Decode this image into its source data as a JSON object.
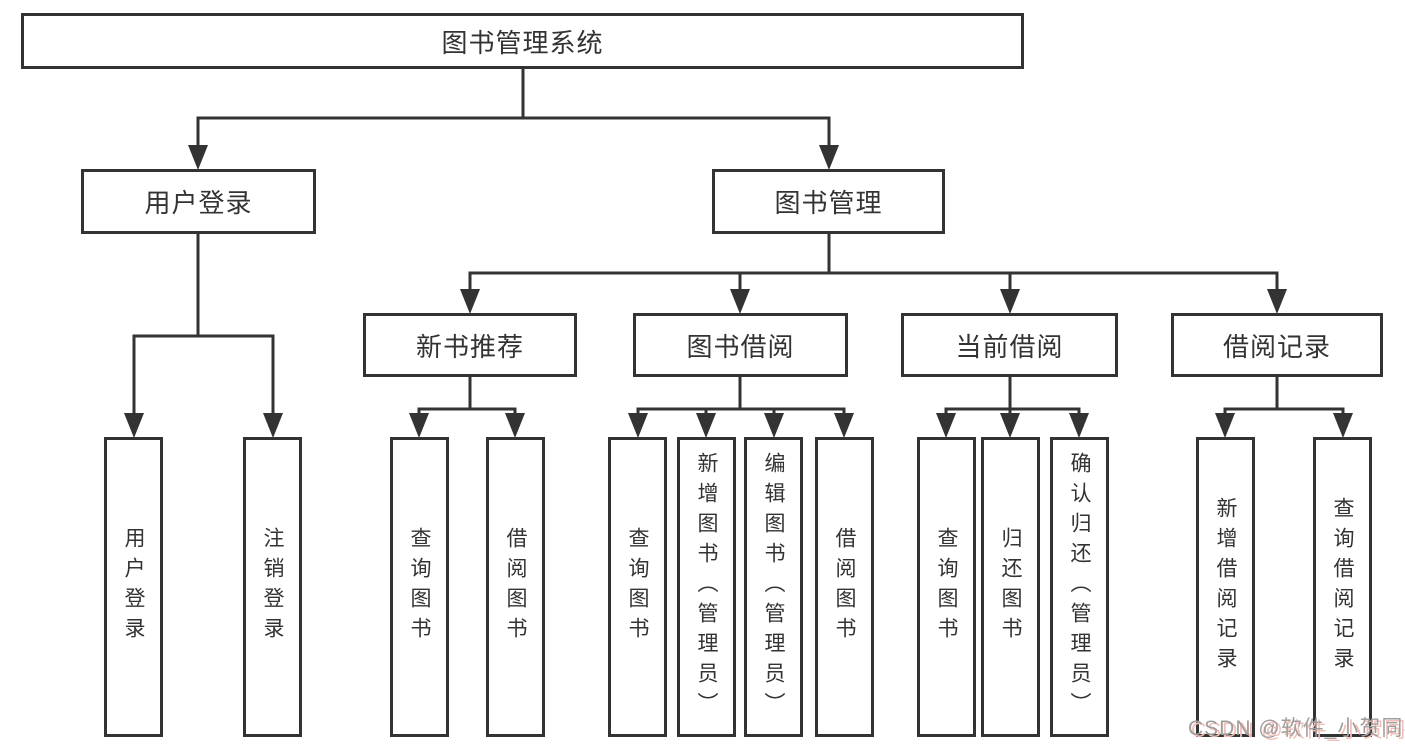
{
  "tree": {
    "root": "图书管理系统",
    "level2": {
      "login": "用户登录",
      "management": "图书管理"
    },
    "level3": {
      "recommend": "新书推荐",
      "borrow": "图书借阅",
      "current": "当前借阅",
      "records": "借阅记录"
    },
    "leaves": {
      "login": [
        "用户登录",
        "注销登录"
      ],
      "recommend": [
        "查询图书",
        "借阅图书"
      ],
      "borrow": [
        "查询图书",
        "新增图书（管理员）",
        "编辑图书（管理员）",
        "借阅图书"
      ],
      "current": [
        "查询图书",
        "归还图书",
        "确认归还（管理员）"
      ],
      "records": [
        "新增借阅记录",
        "查询借阅记录"
      ]
    }
  },
  "watermark": "CSDN @软件_小贺同学",
  "colors": {
    "line": "#333333",
    "text": "#333333",
    "background": "#ffffff",
    "watermark_text": "#9e9e9e",
    "watermark_shadow": "#f3beb5"
  }
}
